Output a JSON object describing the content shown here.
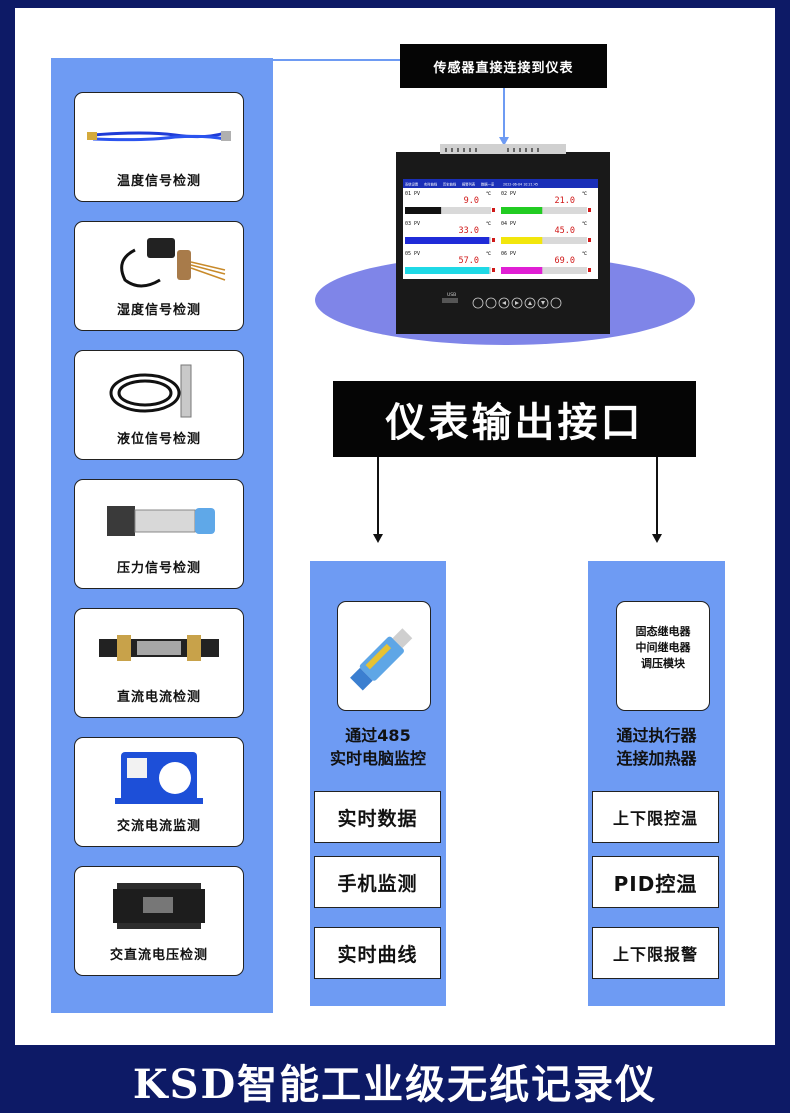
{
  "sensors": [
    {
      "label": "温度信号检测",
      "icon": "temperature-probe-icon"
    },
    {
      "label": "湿度信号检测",
      "icon": "humidity-sensor-icon"
    },
    {
      "label": "液位信号检测",
      "icon": "level-sensor-icon"
    },
    {
      "label": "压力信号检测",
      "icon": "pressure-sensor-icon"
    },
    {
      "label": "直流电流检测",
      "icon": "shunt-resistor-icon"
    },
    {
      "label": "交流电流监测",
      "icon": "current-transformer-icon"
    },
    {
      "label": "交直流电压检测",
      "icon": "voltage-module-icon"
    }
  ],
  "sensor_connect_label": "传感器直接连接到仪表",
  "recorder": {
    "menu": [
      "系统设置",
      "实时曲线",
      "历史曲线",
      "报警列表",
      "数据一览"
    ],
    "datetime": "2022-06-04 10:21:45",
    "usb": "USB",
    "channels": [
      {
        "id": "01 PV",
        "unit": "℃",
        "value": "9.0",
        "color": "#111111",
        "level": 0.42
      },
      {
        "id": "02 PV",
        "unit": "℃",
        "value": "21.0",
        "color": "#22cc22",
        "level": 0.48
      },
      {
        "id": "03 PV",
        "unit": "℃",
        "value": "33.0",
        "color": "#1f2bd8",
        "level": 0.98
      },
      {
        "id": "04 PV",
        "unit": "℃",
        "value": "45.0",
        "color": "#f2e60c",
        "level": 0.48
      },
      {
        "id": "05 PV",
        "unit": "℃",
        "value": "57.0",
        "color": "#1fd9e6",
        "level": 0.98
      },
      {
        "id": "06 PV",
        "unit": "℃",
        "value": "69.0",
        "color": "#e01fd4",
        "level": 0.48
      }
    ]
  },
  "output_title": "仪表输出接口",
  "rs485": {
    "icon": "usb-485-adapter-icon",
    "line1": "通过485",
    "line2": "实时电脑监控",
    "buttons": [
      "实时数据",
      "手机监测",
      "实时曲线"
    ]
  },
  "actuator": {
    "box_lines": [
      "固态继电器",
      "中间继电器",
      "调压模块"
    ],
    "line1": "通过执行器",
    "line2": "连接加热器",
    "buttons": [
      "上下限控温",
      "PID控温",
      "上下限报警"
    ]
  },
  "footer_title": "KSD智能工业级无纸记录仪",
  "colors": {
    "frame": "#0d1a66",
    "panel": "#6e9bf3",
    "ellipse": "#7f85e8",
    "black": "#050505"
  }
}
